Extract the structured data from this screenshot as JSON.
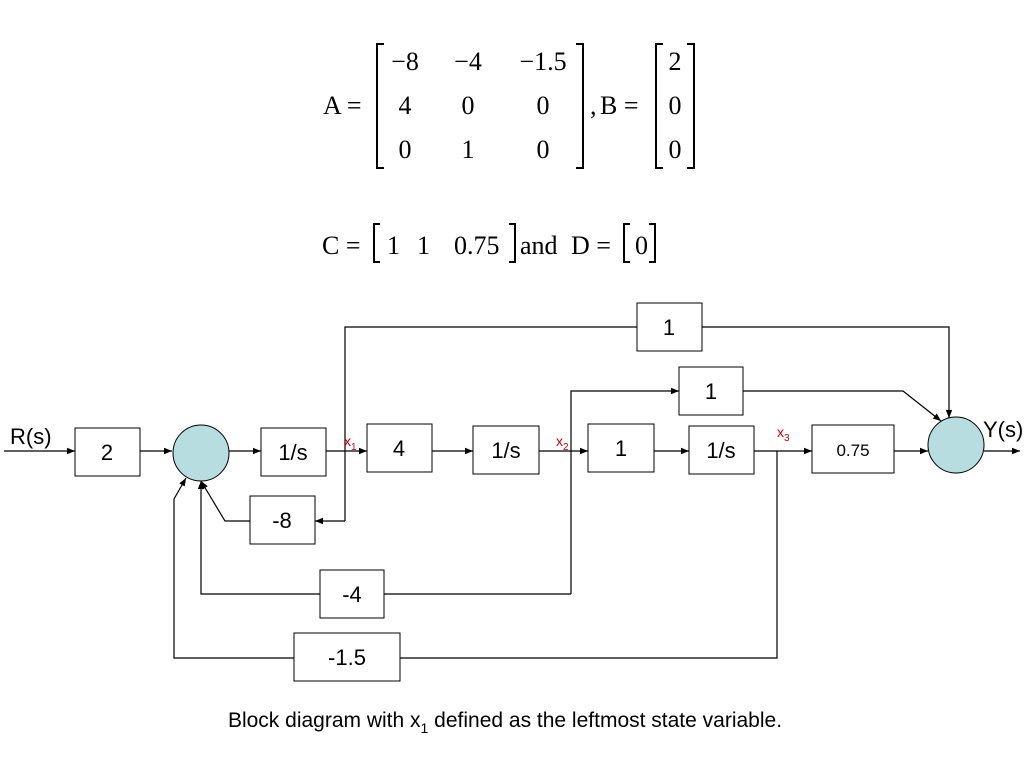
{
  "equations": {
    "a_label": "A =",
    "a_matrix": [
      [
        "−8",
        "−4",
        "−1.5"
      ],
      [
        "4",
        "0",
        "0"
      ],
      [
        "0",
        "1",
        "0"
      ]
    ],
    "comma": ",",
    "b_label": "B =",
    "b_matrix": [
      "2",
      "0",
      "0"
    ],
    "c_label": "C =",
    "c_matrix": [
      "1",
      "1",
      "0.75"
    ],
    "and_text": "and",
    "d_label": "D =",
    "d_matrix": [
      "0"
    ]
  },
  "diagram": {
    "input_label": "R(s)",
    "output_label": "Y(s)",
    "blocks": {
      "input_gain": "2",
      "integrator_1": "1/s",
      "gain_4": "4",
      "integrator_2": "1/s",
      "gain_1_mid": "1",
      "integrator_3": "1/s",
      "gain_075": "0.75",
      "feedforward_top": "1",
      "feedforward_mid": "1",
      "feedback_minus8": "-8",
      "feedback_minus4": "-4",
      "feedback_minus15": "-1.5"
    },
    "state_labels": {
      "x1": {
        "base": "x",
        "sub": "1"
      },
      "x2": {
        "base": "x",
        "sub": "2"
      },
      "x3": {
        "base": "x",
        "sub": "3"
      }
    }
  },
  "caption": {
    "before": "Block diagram with x",
    "sub": "1",
    "after": " defined as the leftmost state variable."
  },
  "colors": {
    "summer_fill": "#b7dde1",
    "state_label": "#cc0000",
    "line": "#000000"
  }
}
